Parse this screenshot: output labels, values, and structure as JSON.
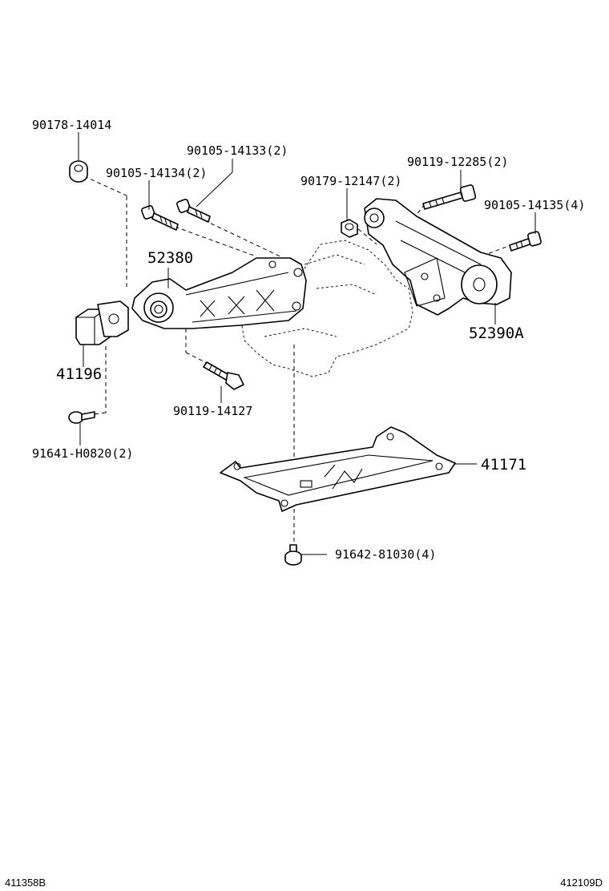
{
  "parts": [
    {
      "id": "p1",
      "number": "90178-14014"
    },
    {
      "id": "p2",
      "number": "90105-14133(2)"
    },
    {
      "id": "p3",
      "number": "90105-14134(2)"
    },
    {
      "id": "p4",
      "number": "90179-12147(2)"
    },
    {
      "id": "p5",
      "number": "90119-12285(2)"
    },
    {
      "id": "p6",
      "number": "90105-14135(4)"
    },
    {
      "id": "p7",
      "number": "52380"
    },
    {
      "id": "p8",
      "number": "52390A"
    },
    {
      "id": "p9",
      "number": "41196"
    },
    {
      "id": "p10",
      "number": "90119-14127"
    },
    {
      "id": "p11",
      "number": "91641-H0820(2)"
    },
    {
      "id": "p12",
      "number": "41171"
    },
    {
      "id": "p13",
      "number": "91642-81030(4)"
    }
  ],
  "footer": {
    "left_code": "411358B",
    "right_code": "412109D"
  }
}
